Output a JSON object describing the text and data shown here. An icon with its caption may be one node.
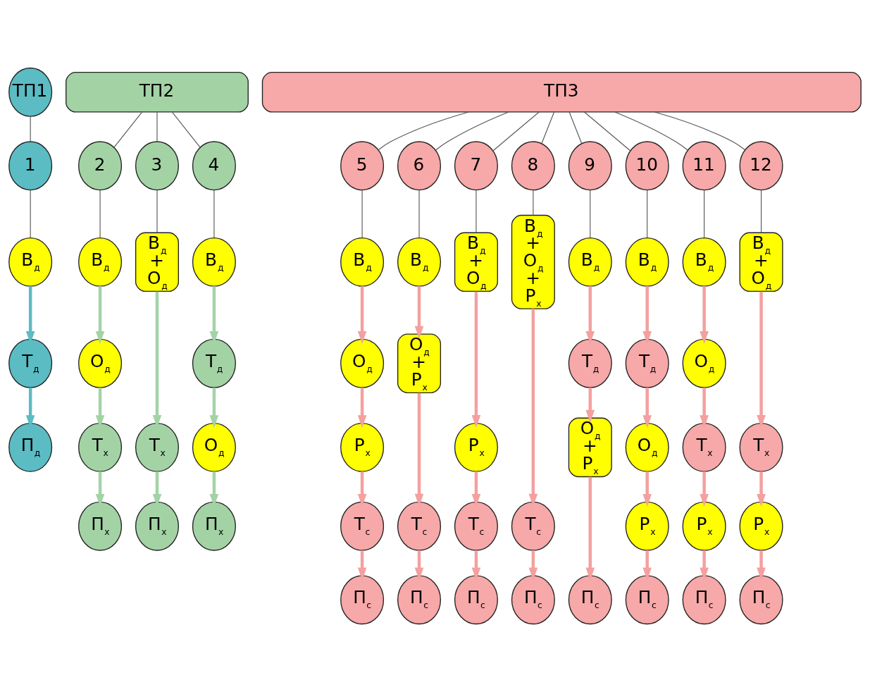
{
  "diagram": {
    "nodes": [
      {
        "text": [
          "ТП1"
        ]
      },
      {
        "text": [
          "ТП2"
        ]
      },
      {
        "text": [
          "ТП3"
        ]
      },
      {
        "text": [
          "1"
        ]
      },
      {
        "text": [
          "2"
        ]
      },
      {
        "text": [
          "3"
        ]
      },
      {
        "text": [
          "4"
        ]
      },
      {
        "text": [
          "5"
        ]
      },
      {
        "text": [
          "6"
        ]
      },
      {
        "text": [
          "7"
        ]
      },
      {
        "text": [
          "8"
        ]
      },
      {
        "text": [
          "9"
        ]
      },
      {
        "text": [
          "10"
        ]
      },
      {
        "text": [
          "11"
        ]
      },
      {
        "text": [
          "12"
        ]
      },
      {
        "text": [
          "В$_{д}$"
        ]
      },
      {
        "text": [
          "Т$_{д}$"
        ]
      },
      {
        "text": [
          "П$_{д}$"
        ]
      },
      {
        "text": [
          "В$_{д}$"
        ]
      },
      {
        "text": [
          "О$_{д}$"
        ]
      },
      {
        "text": [
          "Т$_{х}$"
        ]
      },
      {
        "text": [
          "П$_{х}$"
        ]
      },
      {
        "text": [
          "В$_{д}$ + О$_{д}$"
        ]
      },
      {
        "text": [
          "Т$_{х}$"
        ]
      },
      {
        "text": [
          "П$_{х}$"
        ]
      },
      {
        "text": [
          "В$_{д}$"
        ]
      },
      {
        "text": [
          "Т$_{д}$"
        ]
      },
      {
        "text": [
          "О$_{д}$"
        ]
      },
      {
        "text": [
          "П$_{х}$"
        ]
      },
      {
        "text": [
          "В$_{д}$"
        ]
      },
      {
        "text": [
          "О$_{д}$"
        ]
      },
      {
        "text": [
          "Р$_{х}$"
        ]
      },
      {
        "text": [
          "Т$_{с}$"
        ]
      },
      {
        "text": [
          "П$_{с}$"
        ]
      },
      {
        "text": [
          "В$_{д}$"
        ]
      },
      {
        "text": [
          "О$_{д}$ + Р$_{х}$"
        ]
      },
      {
        "text": [
          "Т$_{с}$"
        ]
      },
      {
        "text": [
          "П$_{с}$"
        ]
      },
      {
        "text": [
          "В$_{д}$ + О$_{д}$"
        ]
      },
      {
        "text": [
          "Р$_{х}$"
        ]
      },
      {
        "text": [
          "Т$_{с}$"
        ]
      },
      {
        "text": [
          "П$_{с}$"
        ]
      },
      {
        "text": [
          "В$_{д}$ + О$_{д}$ + Р$_{х}$"
        ]
      },
      {
        "text": [
          "Т$_{с}$"
        ]
      },
      {
        "text": [
          "П$_{с}$"
        ]
      },
      {
        "text": [
          "В$_{д}$"
        ]
      },
      {
        "text": [
          "Т$_{д}$"
        ]
      },
      {
        "text": [
          "О$_{д}$ + Р$_{х}$"
        ]
      },
      {
        "text": [
          "П$_{с}$"
        ]
      },
      {
        "text": [
          "В$_{д}$"
        ]
      },
      {
        "text": [
          "Т$_{д}$"
        ]
      },
      {
        "text": [
          "О$_{д}$"
        ]
      },
      {
        "text": [
          "Р$_{х}$"
        ]
      },
      {
        "text": [
          "П$_{с}$"
        ]
      },
      {
        "text": [
          "В$_{д}$"
        ]
      },
      {
        "text": [
          "О$_{д}$"
        ]
      },
      {
        "text": [
          "Т$_{х}$"
        ]
      },
      {
        "text": [
          "Р$_{х}$"
        ]
      },
      {
        "text": [
          "П$_{с}$"
        ]
      },
      {
        "text": [
          "В$_{д}$ + О$_{д}$"
        ]
      },
      {
        "text": [
          "Т$_{х}$"
        ]
      },
      {
        "text": [
          "Р$_{х}$"
        ]
      },
      {
        "text": [
          "П$_{с}$"
        ]
      }
    ],
    "edges": [
      {
        "from": 0,
        "to": 3,
        "arrow": "none",
        "color": "#555555"
      },
      {
        "from": 3,
        "to": 15,
        "arrow": "none",
        "color": "#555555"
      },
      {
        "from": 15,
        "to": 16,
        "arrow": "to",
        "color": "#5bbcc4"
      },
      {
        "from": 16,
        "to": 17,
        "arrow": "to",
        "color": "#5bbcc4"
      },
      {
        "from": 1,
        "to": 4,
        "arrow": "none",
        "color": "#555555"
      },
      {
        "from": 4,
        "to": 18,
        "arrow": "none",
        "color": "#555555"
      },
      {
        "from": 18,
        "to": 19,
        "arrow": "to",
        "color": "#a3d3a5"
      },
      {
        "from": 19,
        "to": 20,
        "arrow": "to",
        "color": "#a3d3a5"
      },
      {
        "from": 20,
        "to": 21,
        "arrow": "to",
        "color": "#a3d3a5"
      },
      {
        "from": 1,
        "to": 5,
        "arrow": "none",
        "color": "#555555"
      },
      {
        "from": 5,
        "to": 22,
        "arrow": "none",
        "color": "#555555"
      },
      {
        "from": 22,
        "to": 23,
        "arrow": "to",
        "color": "#a3d3a5"
      },
      {
        "from": 23,
        "to": 24,
        "arrow": "to",
        "color": "#a3d3a5"
      },
      {
        "from": 1,
        "to": 6,
        "arrow": "none",
        "color": "#555555"
      },
      {
        "from": 6,
        "to": 25,
        "arrow": "none",
        "color": "#555555"
      },
      {
        "from": 25,
        "to": 26,
        "arrow": "to",
        "color": "#a3d3a5"
      },
      {
        "from": 26,
        "to": 27,
        "arrow": "to",
        "color": "#a3d3a5"
      },
      {
        "from": 27,
        "to": 28,
        "arrow": "to",
        "color": "#a3d3a5"
      },
      {
        "from": 2,
        "to": 7,
        "arrow": "none",
        "color": "#555555"
      },
      {
        "from": 7,
        "to": 29,
        "arrow": "none",
        "color": "#555555"
      },
      {
        "from": 29,
        "to": 30,
        "arrow": "to"
      },
      {
        "from": 30,
        "to": 31,
        "arrow": "to"
      },
      {
        "from": 31,
        "to": 32,
        "arrow": "to"
      },
      {
        "from": 32,
        "to": 33,
        "arrow": "to"
      },
      {
        "from": 2,
        "to": 8,
        "arrow": "none",
        "color": "#555555"
      },
      {
        "from": 8,
        "to": 34,
        "arrow": "none",
        "color": "#555555"
      },
      {
        "from": 34,
        "to": 35,
        "arrow": "to"
      },
      {
        "from": 35,
        "to": 36,
        "arrow": "to"
      },
      {
        "from": 36,
        "to": 37,
        "arrow": "to"
      },
      {
        "from": 2,
        "to": 9,
        "arrow": "none",
        "color": "#555555"
      },
      {
        "from": 9,
        "to": 38,
        "arrow": "none",
        "color": "#555555"
      },
      {
        "from": 38,
        "to": 39,
        "arrow": "to"
      },
      {
        "from": 39,
        "to": 40,
        "arrow": "to"
      },
      {
        "from": 40,
        "to": 41,
        "arrow": "to"
      },
      {
        "from": 2,
        "to": 10,
        "arrow": "none",
        "color": "#555555"
      },
      {
        "from": 10,
        "to": 42,
        "arrow": "none",
        "color": "#555555"
      },
      {
        "from": 42,
        "to": 43,
        "arrow": "to"
      },
      {
        "from": 43,
        "to": 44,
        "arrow": "to"
      },
      {
        "from": 2,
        "to": 11,
        "arrow": "none",
        "color": "#555555"
      },
      {
        "from": 11,
        "to": 45,
        "arrow": "none",
        "color": "#555555"
      },
      {
        "from": 45,
        "to": 46,
        "arrow": "to"
      },
      {
        "from": 46,
        "to": 47,
        "arrow": "to"
      },
      {
        "from": 47,
        "to": 48,
        "arrow": "to"
      },
      {
        "from": 2,
        "to": 12,
        "arrow": "none",
        "color": "#555555"
      },
      {
        "from": 12,
        "to": 49,
        "arrow": "none",
        "color": "#555555"
      },
      {
        "from": 49,
        "to": 50,
        "arrow": "to"
      },
      {
        "from": 50,
        "to": 51,
        "arrow": "to"
      },
      {
        "from": 51,
        "to": 52,
        "arrow": "to"
      },
      {
        "from": 52,
        "to": 53,
        "arrow": "to"
      },
      {
        "from": 2,
        "to": 13,
        "arrow": "none",
        "color": "#555555"
      },
      {
        "from": 13,
        "to": 54,
        "arrow": "none",
        "color": "#555555"
      },
      {
        "from": 54,
        "to": 55,
        "arrow": "to"
      },
      {
        "from": 55,
        "to": 56,
        "arrow": "to"
      },
      {
        "from": 56,
        "to": 57,
        "arrow": "to"
      },
      {
        "from": 57,
        "to": 58,
        "arrow": "to"
      },
      {
        "from": 2,
        "to": 14,
        "arrow": "none",
        "color": "#555555"
      },
      {
        "from": 14,
        "to": 59,
        "arrow": "none",
        "color": "#555555"
      },
      {
        "from": 59,
        "to": 60,
        "arrow": "to"
      },
      {
        "from": 60,
        "to": 61,
        "arrow": "to"
      },
      {
        "from": 61,
        "to": 62,
        "arrow": "to"
      }
    ]
  }
}
